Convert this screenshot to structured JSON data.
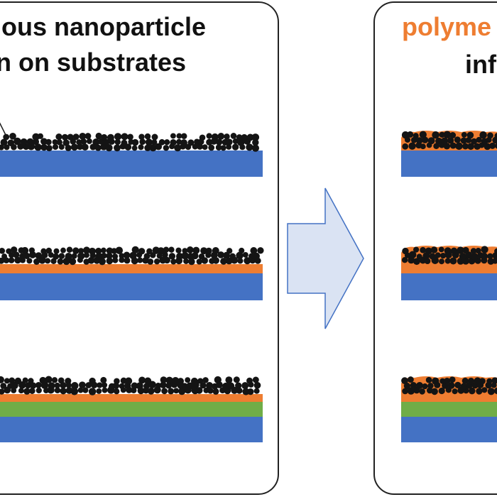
{
  "left_panel": {
    "title_line1": "ous nanoparticle",
    "title_line2": "n on substrates"
  },
  "right_panel": {
    "title_line1": "polyme",
    "title_line2": "inf"
  },
  "colors": {
    "title_text": "#111111",
    "polymer_orange": "#ee7d31",
    "substrate_blue": "#4472c4",
    "middle_green": "#70ad47",
    "particle_black": "#141414",
    "arrow_fill": "#dae3f3",
    "arrow_stroke": "#4472c4",
    "panel_border": "#222222"
  },
  "stacks": [
    {
      "name": "substrate-only",
      "layers": [
        "blue"
      ]
    },
    {
      "name": "substrate-with-orange-layer",
      "layers": [
        "blue",
        "orange"
      ]
    },
    {
      "name": "substrate-with-green-and-orange-layers",
      "layers": [
        "blue",
        "green",
        "orange"
      ]
    }
  ],
  "icons": {
    "arrow": "right-arrow-icon",
    "pointer": "pointer-line-icon"
  }
}
